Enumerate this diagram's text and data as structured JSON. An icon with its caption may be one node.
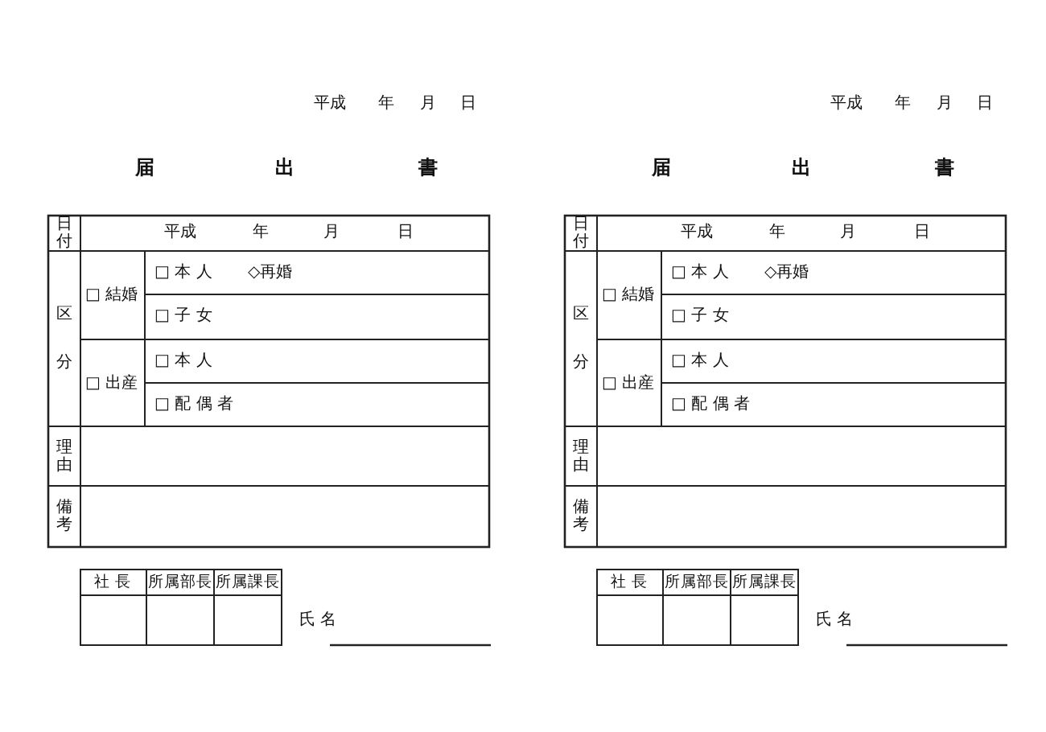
{
  "diagram": {
    "labels": [
      "平成",
      "年",
      "月",
      "日",
      "届",
      "出",
      "書",
      "日付",
      "平成",
      "年",
      "月",
      "日",
      "区",
      "分",
      "□ 結婚",
      "□ 本 人",
      "◇再婚",
      "□ 子 女",
      "□ 出産",
      "□ 本 人",
      "□ 配 偶 者",
      "理由",
      "備考",
      "社 長",
      "所属部長",
      "所属課長",
      "氏 名",
      "平成",
      "年",
      "月",
      "日",
      "届",
      "出",
      "書",
      "日付",
      "平成",
      "年",
      "月",
      "日",
      "区",
      "分",
      "□ 結婚",
      "□ 本 人",
      "◇再婚",
      "□ 子 女",
      "□ 出産",
      "□ 本 人",
      "□ 配 偶 者",
      "理由",
      "備考",
      "社 長",
      "所属部長",
      "所属課長",
      "氏 名"
    ]
  }
}
